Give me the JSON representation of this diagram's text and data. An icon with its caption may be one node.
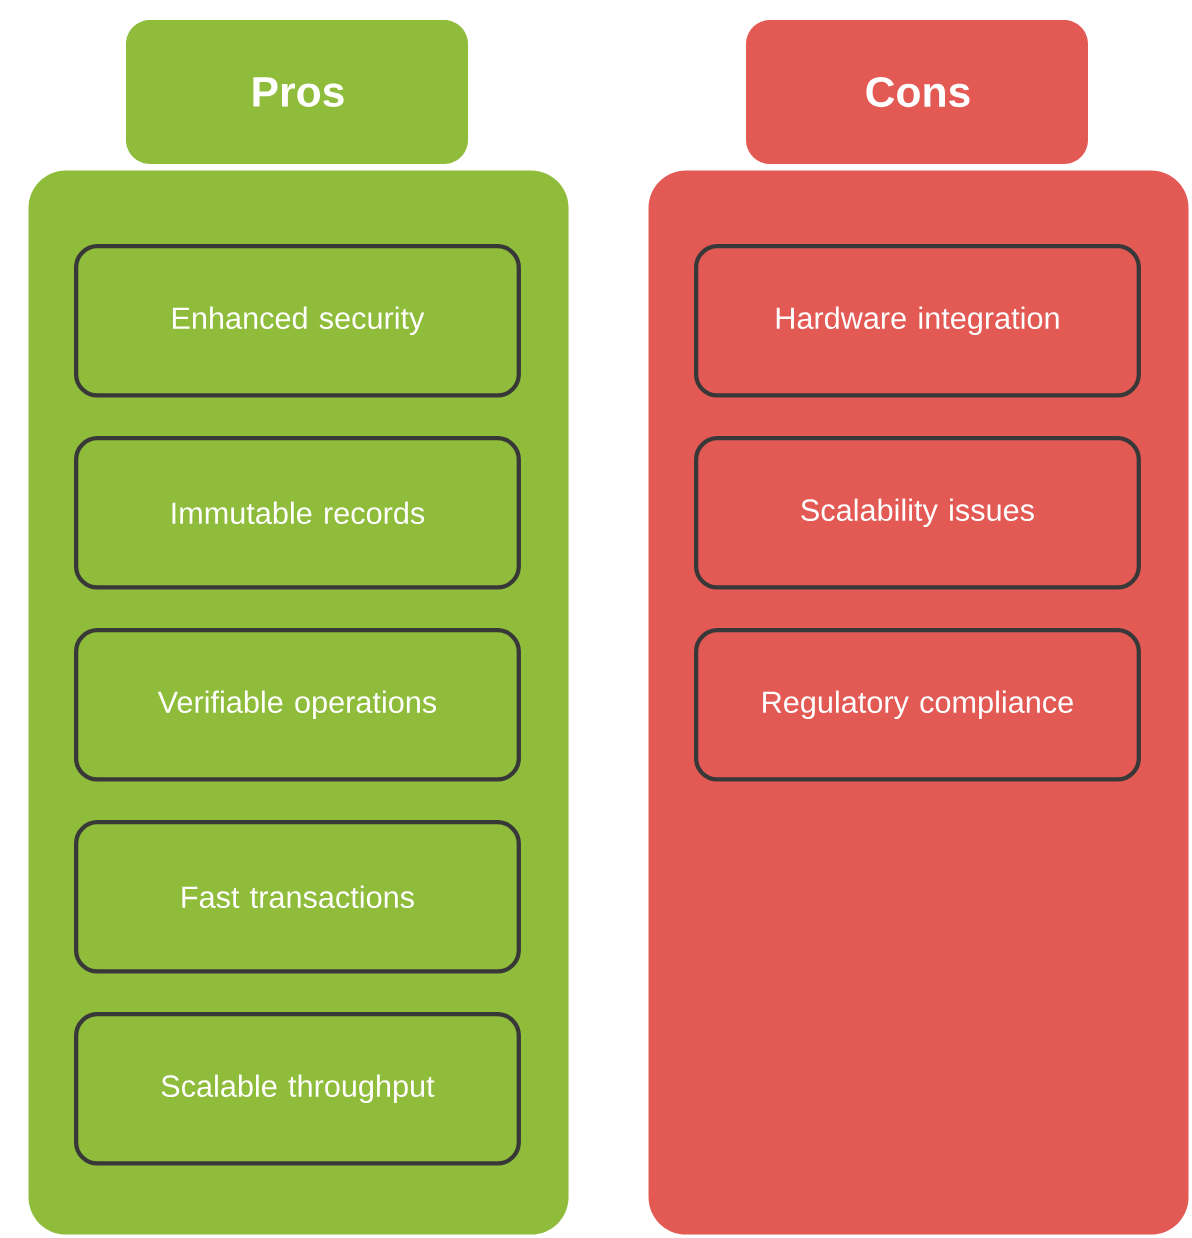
{
  "diagram": {
    "nodes": [
      {
        "text": [
          "Pros"
        ]
      },
      {
        "text": [
          "Enhanced security"
        ],
        "in": 0
      },
      {
        "text": [
          "Immutable records"
        ],
        "in": 0
      },
      {
        "text": [
          "Verifiable operations"
        ],
        "in": 0
      },
      {
        "text": [
          "Fast transactions"
        ],
        "in": 0
      },
      {
        "text": [
          "Scalable throughput"
        ],
        "in": 0
      },
      {
        "text": [
          "Cons"
        ]
      },
      {
        "text": [
          "Hardware integration"
        ],
        "in": 6
      },
      {
        "text": [
          "Scalability issues"
        ],
        "in": 6
      },
      {
        "text": [
          "Regulatory compliance"
        ],
        "in": 6
      }
    ]
  }
}
